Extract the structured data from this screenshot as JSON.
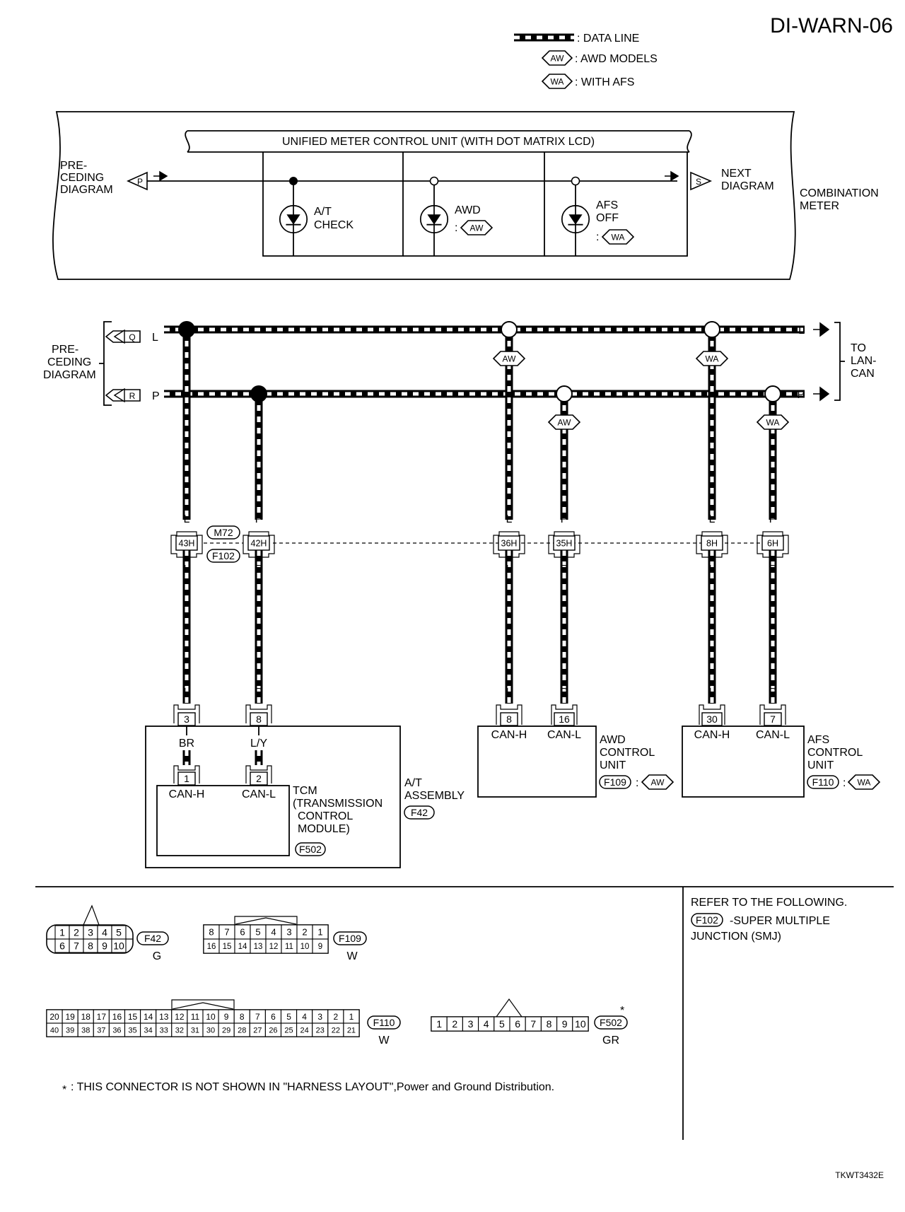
{
  "page_id": "DI-WARN-06",
  "figure_code": "TKWT3432E",
  "legend": {
    "data_line": ": DATA LINE",
    "aw_code": "AW",
    "aw_text": ": AWD MODELS",
    "wa_code": "WA",
    "wa_text": ": WITH AFS"
  },
  "meter": {
    "title": "UNIFIED METER CONTROL UNIT (WITH DOT MATRIX LCD)",
    "preceding": [
      "PRE-",
      "CEDING",
      "DIAGRAM"
    ],
    "preceding_tag": "P",
    "next": [
      "NEXT",
      "DIAGRAM"
    ],
    "next_tag": "S",
    "label": [
      "COMBINATION",
      "METER"
    ],
    "lamps": [
      {
        "label": [
          "A/T",
          "CHECK"
        ],
        "code": ""
      },
      {
        "label": [
          "AWD"
        ],
        "code": "AW"
      },
      {
        "label": [
          "AFS",
          "OFF"
        ],
        "code": "WA"
      }
    ]
  },
  "bus": {
    "preceding": [
      "PRE-",
      "CEDING",
      "DIAGRAM"
    ],
    "q_tag": "Q",
    "r_tag": "R",
    "wire_l": "L",
    "wire_p": "P",
    "to_lan": [
      "TO",
      "LAN-",
      "CAN"
    ],
    "tag_aw": "AW",
    "tag_wa": "WA"
  },
  "junction": {
    "pins": [
      "43H",
      "42H",
      "36H",
      "35H",
      "8H",
      "6H"
    ],
    "m72": "M72",
    "f102": "F102"
  },
  "ends": {
    "pins": [
      "3",
      "8",
      "8",
      "16",
      "30",
      "7"
    ]
  },
  "tcm": {
    "wire_l": "BR",
    "wire_p": "L/Y",
    "pins": [
      "1",
      "2"
    ],
    "can_h": "CAN-H",
    "can_l": "CAN-L",
    "name": [
      "TCM",
      "(TRANSMISSION",
      "CONTROL",
      "MODULE)"
    ],
    "connector": "F502",
    "assembly": [
      "A/T",
      "ASSEMBLY"
    ],
    "assembly_connector": "F42"
  },
  "awd_unit": {
    "can_h": "CAN-H",
    "can_l": "CAN-L",
    "name": [
      "AWD",
      "CONTROL",
      "UNIT"
    ],
    "connector": "F109",
    "code": "AW"
  },
  "afs_unit": {
    "can_h": "CAN-H",
    "can_l": "CAN-L",
    "name": [
      "AFS",
      "CONTROL",
      "UNIT"
    ],
    "connector": "F110",
    "code": "WA"
  },
  "connectors": {
    "f42": {
      "top": [
        "1",
        "2",
        "3",
        "4",
        "5"
      ],
      "bottom": [
        "6",
        "7",
        "8",
        "9",
        "10"
      ],
      "name": "F42",
      "color": "G"
    },
    "f109": {
      "top": [
        "8",
        "7",
        "6",
        "5",
        "4",
        "3",
        "2",
        "1"
      ],
      "bottom": [
        "16",
        "15",
        "14",
        "13",
        "12",
        "11",
        "10",
        "9"
      ],
      "name": "F109",
      "color": "W"
    },
    "f110": {
      "top": [
        "20",
        "19",
        "18",
        "17",
        "16",
        "15",
        "14",
        "13",
        "12",
        "11",
        "10",
        "9",
        "8",
        "7",
        "6",
        "5",
        "4",
        "3",
        "2",
        "1"
      ],
      "bottom": [
        "40",
        "39",
        "38",
        "37",
        "36",
        "35",
        "34",
        "33",
        "32",
        "31",
        "30",
        "29",
        "28",
        "27",
        "26",
        "25",
        "24",
        "23",
        "22",
        "21"
      ],
      "name": "F110",
      "color": "W"
    },
    "f502": {
      "row": [
        "1",
        "2",
        "3",
        "4",
        "5",
        "6",
        "7",
        "8",
        "9",
        "10"
      ],
      "name": "F502",
      "color": "GR",
      "mark": "*"
    }
  },
  "refer": {
    "title": "REFER TO THE FOLLOWING.",
    "connector": "F102",
    "text": [
      "-SUPER MULTIPLE",
      "JUNCTION (SMJ)"
    ]
  },
  "footnote": {
    "mark": "*",
    "text": ": THIS CONNECTOR IS NOT SHOWN IN \"HARNESS LAYOUT\",Power and Ground Distribution."
  }
}
